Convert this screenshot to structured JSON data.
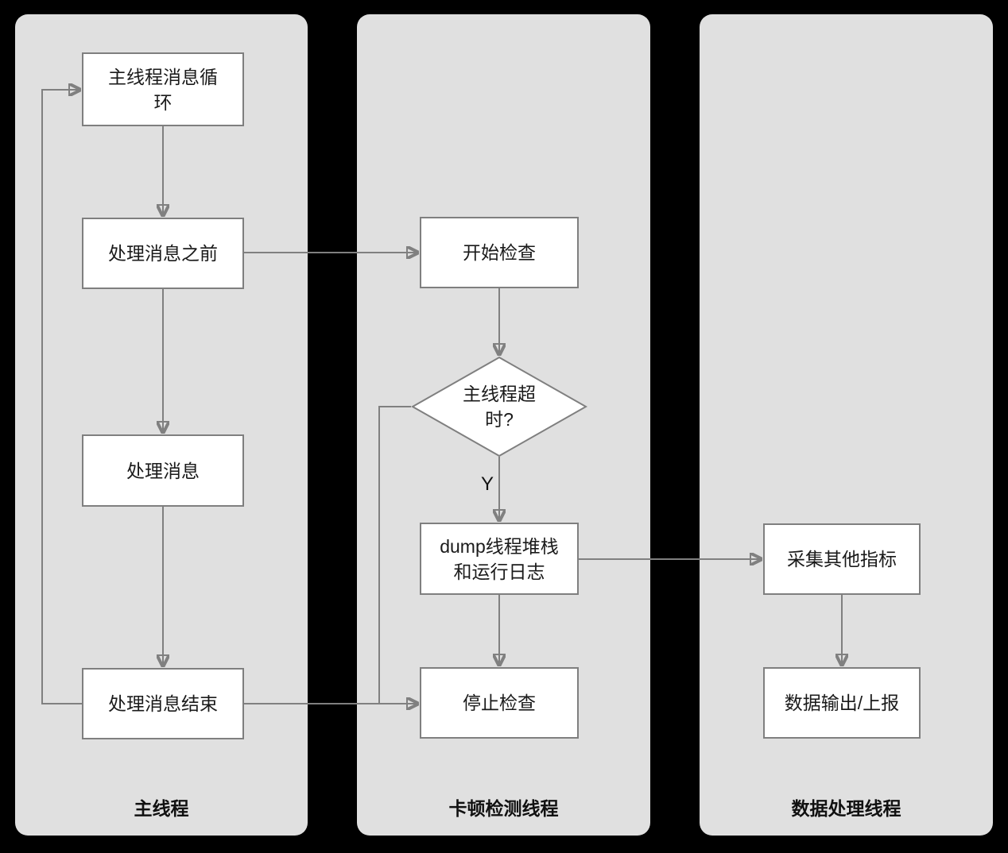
{
  "colors": {
    "background": "#000000",
    "lane_fill": "#e0e0e0",
    "node_fill": "#ffffff",
    "node_border": "#7f7f7f",
    "arrow": "#808080",
    "text": "#1a1a1a"
  },
  "lanes": [
    {
      "label": "主线程"
    },
    {
      "label": "卡顿检测线程"
    },
    {
      "label": "数据处理线程"
    }
  ],
  "nodes": {
    "msg_loop": {
      "label": "主线程消息循\n环"
    },
    "before_msg": {
      "label": "处理消息之前"
    },
    "process_msg": {
      "label": "处理消息"
    },
    "end_msg": {
      "label": "处理消息结束"
    },
    "start_check": {
      "label": "开始检查"
    },
    "timeout_decision": {
      "label": "主线程超\n时?"
    },
    "dump_stack": {
      "label": "dump线程堆栈\n和运行日志"
    },
    "stop_check": {
      "label": "停止检查"
    },
    "collect_metrics": {
      "label": "采集其他指标"
    },
    "data_output": {
      "label": "数据输出/上报"
    }
  },
  "edges": {
    "yes_label": "Y"
  }
}
